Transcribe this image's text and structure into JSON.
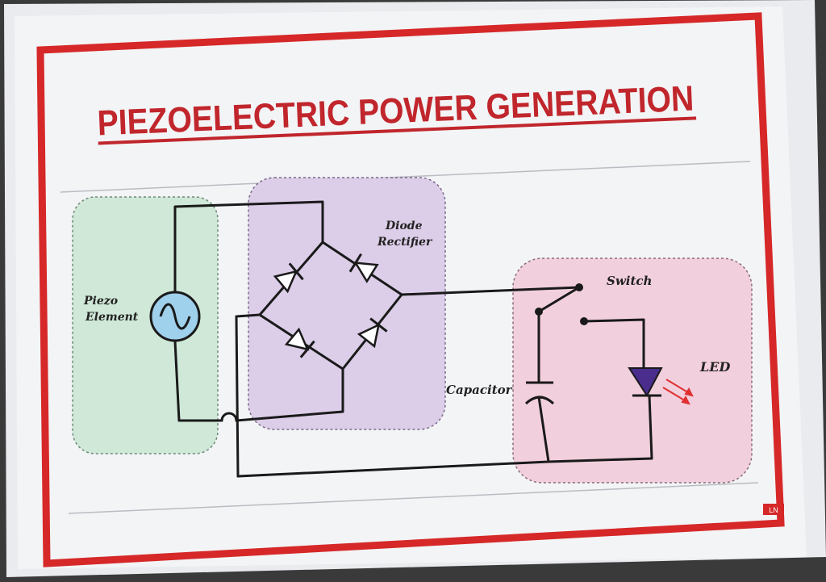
{
  "poster": {
    "title": "PIEZOELECTRIC POWER GENERATION",
    "corner_mark": "LN",
    "colors": {
      "border": "#d62828",
      "title": "#c0262c",
      "wire": "#1a1a1a",
      "piezo_zone": "#cfe8d8",
      "rectifier_zone": "#dccde8",
      "switch_zone": "#f2cfdc",
      "source": "#9fd0ec",
      "led": "#4a2d8c",
      "led_rays": "#e03030"
    }
  },
  "diagram": {
    "zones": {
      "piezo": {
        "label_line1": "Piezo",
        "label_line2": "Element"
      },
      "rectifier": {
        "label_line1": "Diode",
        "label_line2": "Rectifier"
      },
      "switch": {
        "label": "Switch"
      }
    },
    "components": {
      "capacitor": {
        "label": "Capacitor"
      },
      "led": {
        "label": "LED"
      }
    },
    "icons": [
      "ac-source-icon",
      "diode-icon",
      "capacitor-icon",
      "switch-icon",
      "led-icon"
    ]
  }
}
